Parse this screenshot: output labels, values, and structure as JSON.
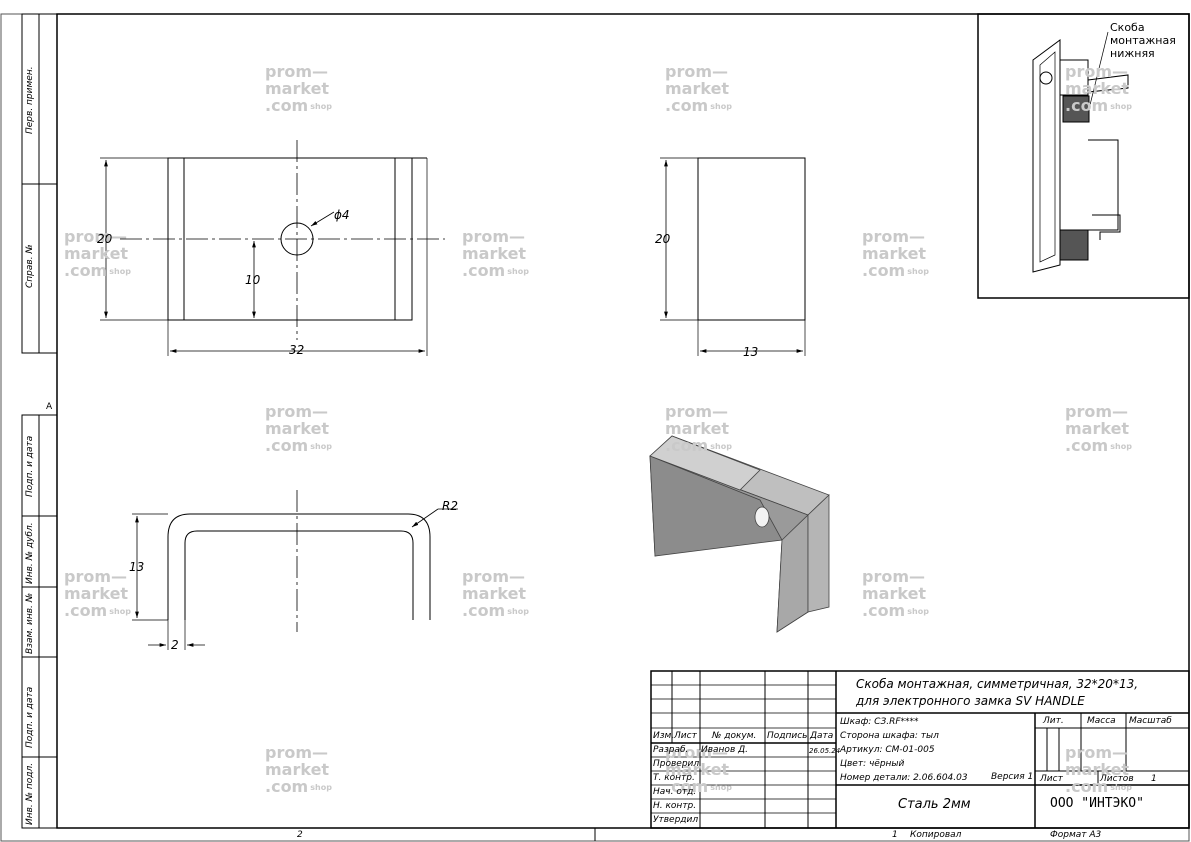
{
  "watermark": {
    "line1": "prom—",
    "line2": "market",
    "line3": ".com",
    "suffix": "shop"
  },
  "left_strip": {
    "labels": [
      "Перв. примен.",
      "Справ. №",
      "Подп. и дата",
      "Инв. № дубл.",
      "Взам. инв. №",
      "Подп. и дата",
      "Инв. № подл."
    ],
    "zone": "A"
  },
  "views": {
    "front": {
      "width": "32",
      "height": "20",
      "hole_height": "10",
      "hole_diam": "ϕ4"
    },
    "side": {
      "height": "20",
      "depth": "13"
    },
    "top": {
      "depth": "13",
      "thickness": "2",
      "radius": "R2"
    }
  },
  "inset": {
    "callout_line1": "Скоба",
    "callout_line2": "монтажная",
    "callout_line3": "нижняя"
  },
  "title_block": {
    "title_line1": "Скоба монтажная, симметричная, 32*20*13,",
    "title_line2": "для электронного замка SV HANDLE",
    "col_headers": [
      "Изм.",
      "Лист",
      "№ докум.",
      "Подпись",
      "Дата"
    ],
    "roles": [
      "Разраб.",
      "Проверил",
      "Т. контр.",
      "Нач. отд.",
      "Н. контр.",
      "Утвердил"
    ],
    "developer": "Иванов Д.",
    "date": "26.05.24",
    "params": [
      "Шкаф: СЗ.RF****",
      "Сторона шкафа: тыл",
      "Артикул: СМ-01-005",
      "Цвет: чёрный",
      "Номер детали: 2.06.604.03"
    ],
    "version": "Версия 1",
    "lit_label": "Лит.",
    "mass_label": "Масса",
    "scale_label": "Масштаб",
    "sheet_label": "Лист",
    "sheets_label": "Листов",
    "sheets_count": "1",
    "material": "Сталь 2мм",
    "company": "ООО \"ИНТЭКО\""
  },
  "footer": {
    "left_number": "2",
    "copied_num": "1",
    "copied_label": "Копировал",
    "format": "Формат А3"
  }
}
